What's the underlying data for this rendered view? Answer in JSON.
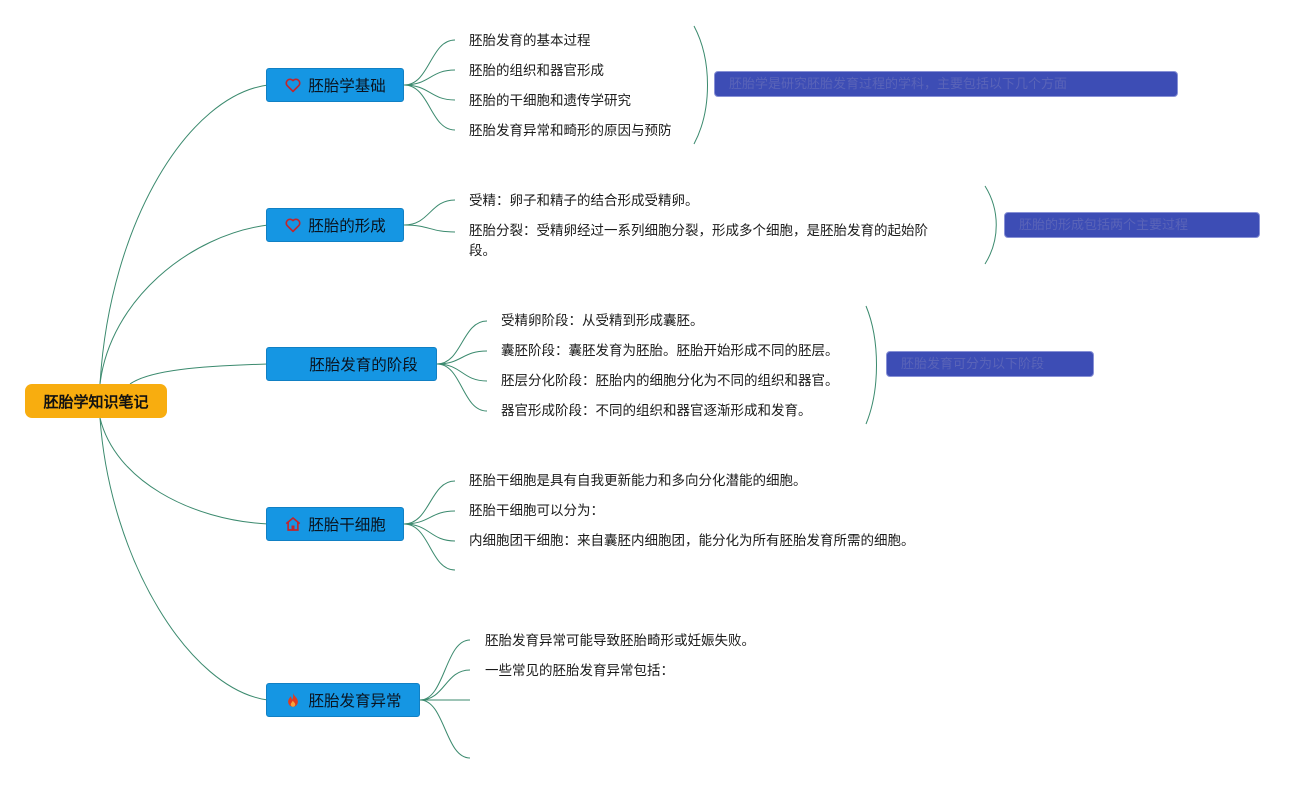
{
  "root": {
    "label": "胚胎学知识笔记"
  },
  "branches": [
    {
      "label": "胚胎学基础",
      "icon": "heart-outline-icon",
      "items": [
        "胚胎发育的基本过程",
        "胚胎的组织和器官形成",
        "胚胎的干细胞和遗传学研究",
        "胚胎发育异常和畸形的原因与预防"
      ],
      "summary": "胚胎学是研究胚胎发育过程的学科，主要包括以下几个方面"
    },
    {
      "label": "胚胎的形成",
      "icon": "heart-outline-icon",
      "items": [
        "受精：卵子和精子的结合形成受精卵。",
        "胚胎分裂：受精卵经过一系列细胞分裂，形成多个细胞，是胚胎发育的起始阶段。"
      ],
      "summary": "胚胎的形成包括两个主要过程"
    },
    {
      "label": "胚胎发育的阶段",
      "icon": "",
      "items": [
        "受精卵阶段：从受精到形成囊胚。",
        "囊胚阶段：囊胚发育为胚胎。胚胎开始形成不同的胚层。",
        "胚层分化阶段：胚胎内的细胞分化为不同的组织和器官。",
        "器官形成阶段：不同的组织和器官逐渐形成和发育。"
      ],
      "summary": "胚胎发育可分为以下阶段"
    },
    {
      "label": "胚胎干细胞",
      "icon": "home-icon",
      "items": [
        "胚胎干细胞是具有自我更新能力和多向分化潜能的细胞。",
        "胚胎干细胞可以分为：",
        "内细胞团干细胞：来自囊胚内细胞团，能分化为所有胚胎发育所需的细胞。",
        ""
      ]
    },
    {
      "label": "胚胎发育异常",
      "icon": "fire-icon",
      "items": [
        "胚胎发育异常可能导致胚胎畸形或妊娠失败。",
        "一些常见的胚胎发育异常包括：",
        "",
        ""
      ]
    }
  ],
  "colors": {
    "root": "#f8ad0f",
    "branch": "#1596e3",
    "connector": "#3b8a6e",
    "summary": "#3d4db5",
    "icon_heart": "#c0262c",
    "icon_fire": "#e23b1e"
  }
}
